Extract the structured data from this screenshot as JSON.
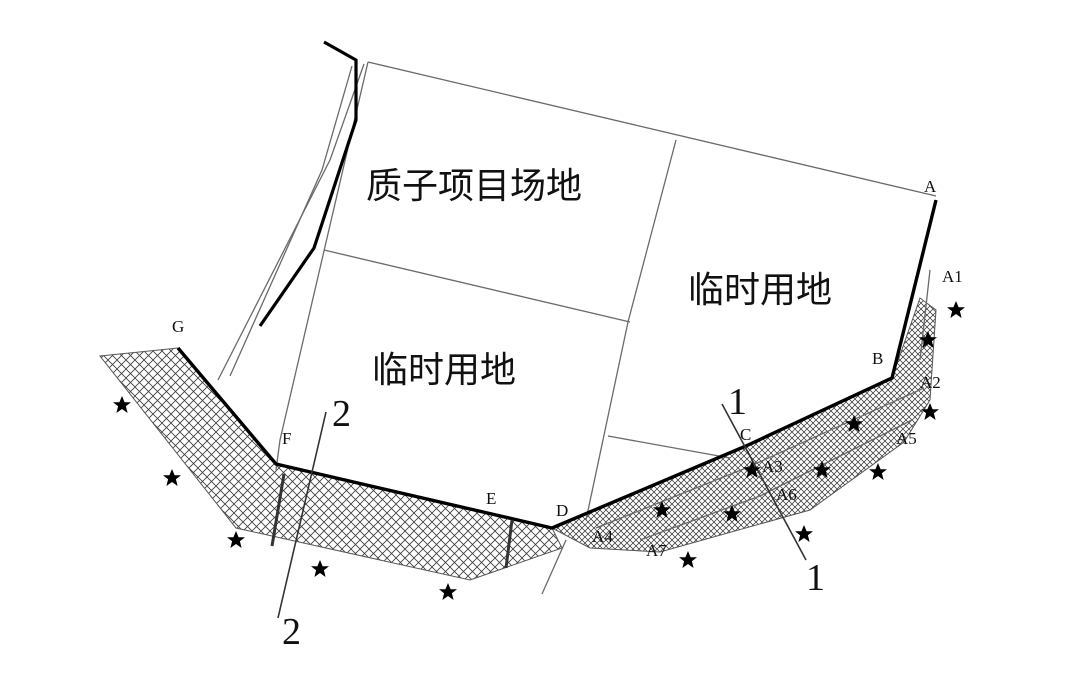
{
  "zones": {
    "proton_site": "质子项目场地",
    "temp_left": "临时用地",
    "temp_right": "临时用地"
  },
  "points": {
    "A": "A",
    "A1": "A1",
    "A2": "A2",
    "A3": "A3",
    "A4": "A4",
    "A5": "A5",
    "A6": "A6",
    "A7": "A7",
    "B": "B",
    "C": "C",
    "D": "D",
    "E": "E",
    "F": "F",
    "G": "G"
  },
  "sections": {
    "s1_top": "1",
    "s1_bottom": "1",
    "s2_top": "2",
    "s2_bottom": "2"
  },
  "colors": {
    "line": "#000000",
    "thin": "#6a6a6a",
    "hatch": "#3a3a3a"
  },
  "icons": {
    "marker": "star-icon"
  }
}
